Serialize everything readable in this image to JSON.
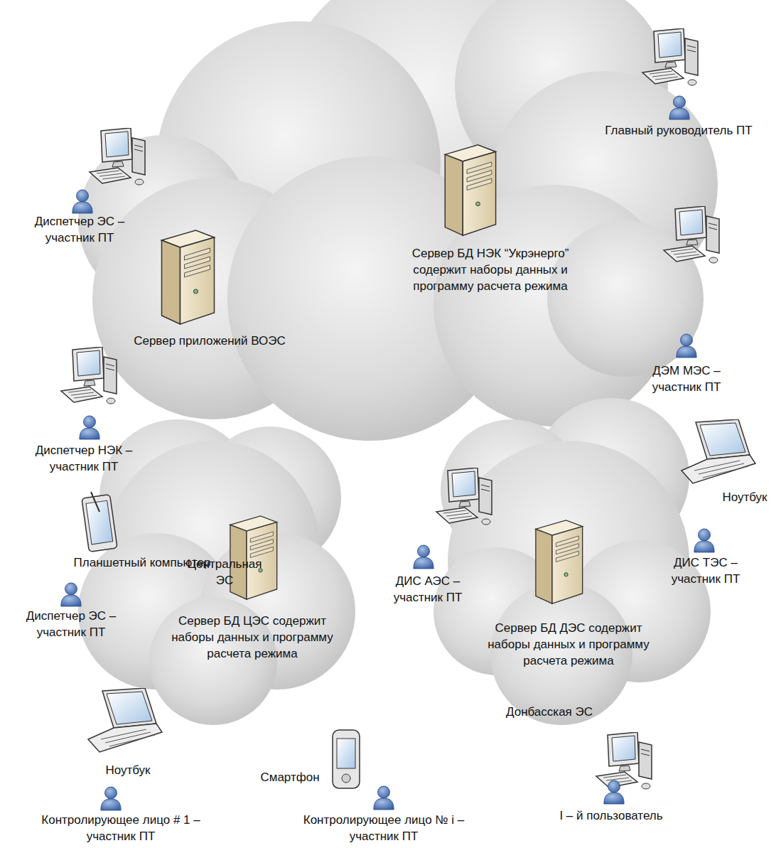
{
  "diagram": {
    "nodes": [
      {
        "text": [
          "Центральная ЭС"
        ]
      },
      {
        "text": [
          "Донбасская ЭС"
        ]
      }
    ],
    "labels": [
      "Главный руководитель ПТ",
      "Диспетчер ЭС – участник ПТ",
      "Сервер БД НЭК “Укрэнерго” содержит наборы данных и программу расчета режима",
      "Сервер приложений ВОЭС",
      "ДЭМ МЭС – участник ПТ",
      "Диспетчер НЭК – участник ПТ",
      "Ноутбук",
      "ДИС ТЭС – участник ПТ",
      "ДИС АЭС – участник ПТ",
      "Планшетный компьютер",
      "Диспетчер ЭС – участник ПТ",
      "Сервер БД ЦЭС содержит наборы данных и программу расчета режима",
      "Сервер БД ДЭС содержит наборы данных и программу расчета режима",
      "Ноутбук",
      "Смартфон",
      "Контролирующее лицо # 1 – участник ПТ",
      "Контролирующее лицо № i – участник ПТ",
      "I – й пользователь"
    ]
  }
}
